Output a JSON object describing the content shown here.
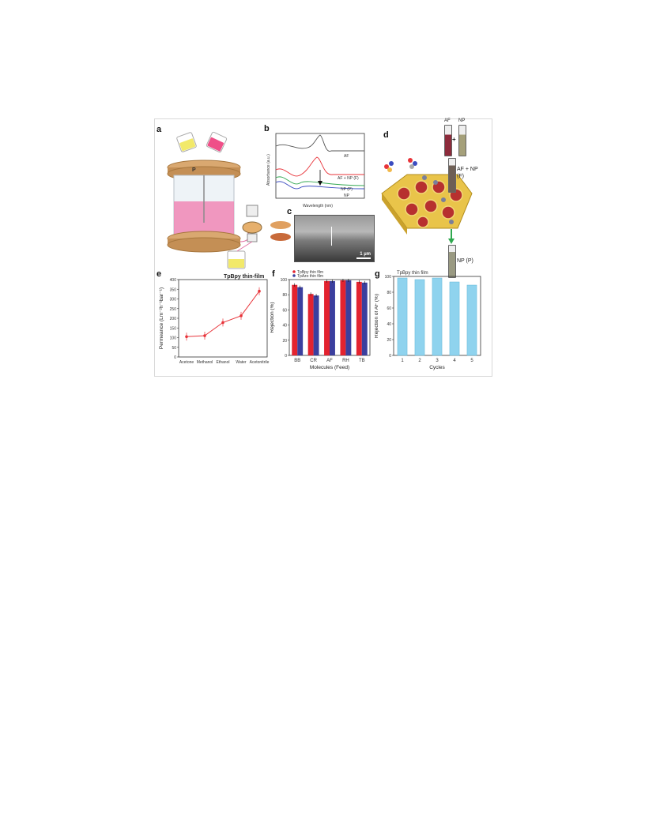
{
  "panel_labels": {
    "a": "a",
    "b": "b",
    "c": "c",
    "d": "d",
    "e": "e",
    "f": "f",
    "g": "g"
  },
  "panel_a": {
    "pressure_label": "P",
    "product_label": "TpBpy thin-film"
  },
  "panel_b": {
    "ylabel": "Absorbance (a.u.)",
    "xlabel": "Wavelength (nm)",
    "curve_labels": [
      "AF",
      "AF + NP (F)",
      "NP (P)",
      "NP"
    ]
  },
  "panel_c": {
    "scale_bar": "1 µm"
  },
  "panel_d": {
    "vial_labels": {
      "af": "AF",
      "np": "NP",
      "plus": "+",
      "feed": "AF + NP\n(F)",
      "permeate": "NP (P)"
    }
  },
  "chart_data": [
    {
      "panel": "e",
      "type": "line",
      "categories": [
        "Acetone",
        "Methanol",
        "Ethanol",
        "Water",
        "Acetonitrile"
      ],
      "values": [
        105,
        110,
        178,
        213,
        340
      ],
      "xlabel": "",
      "ylabel": "Permeance (Lm⁻²h⁻¹bar⁻¹)",
      "ylim": [
        0,
        400
      ],
      "yticks": [
        0,
        50,
        100,
        150,
        200,
        250,
        300,
        350,
        400
      ],
      "color": "#e8343a"
    },
    {
      "panel": "f",
      "type": "bar",
      "categories": [
        "BB",
        "CR",
        "AF",
        "RH",
        "TB"
      ],
      "series": [
        {
          "name": "TpBpy thin film",
          "values": [
            93,
            81,
            98,
            99,
            97
          ],
          "color": "#e3232f"
        },
        {
          "name": "TpAzo thin film",
          "values": [
            90,
            79,
            98,
            99,
            96
          ],
          "color": "#3b3f9e"
        }
      ],
      "xlabel": "Molecules (Feed)",
      "ylabel": "Rejection (%)",
      "ylim": [
        0,
        100
      ],
      "yticks": [
        0,
        20,
        40,
        60,
        80,
        100
      ],
      "legend": "top-left"
    },
    {
      "panel": "g",
      "type": "bar",
      "title": "TpBpy thin film",
      "categories": [
        "1",
        "2",
        "3",
        "4",
        "5"
      ],
      "values": [
        98,
        96,
        98,
        93,
        89
      ],
      "xlabel": "Cycles",
      "ylabel": "Rejection of AF (%)",
      "ylim": [
        0,
        100
      ],
      "yticks": [
        0,
        20,
        40,
        60,
        80,
        100
      ],
      "color": "#8fd3ee"
    }
  ]
}
